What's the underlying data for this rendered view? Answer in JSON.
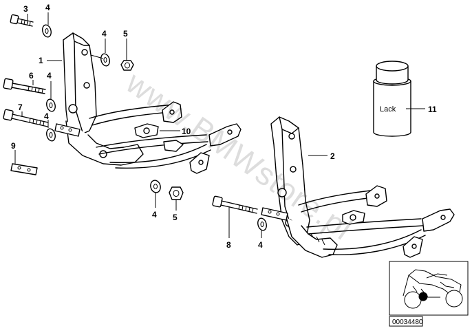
{
  "parts": [
    {
      "num": "1"
    },
    {
      "num": "2"
    },
    {
      "num": "3"
    },
    {
      "num": "4"
    },
    {
      "num": "4"
    },
    {
      "num": "4"
    },
    {
      "num": "4"
    },
    {
      "num": "4"
    },
    {
      "num": "4"
    },
    {
      "num": "5"
    },
    {
      "num": "5"
    },
    {
      "num": "6"
    },
    {
      "num": "7"
    },
    {
      "num": "8"
    },
    {
      "num": "9"
    },
    {
      "num": "10"
    },
    {
      "num": "11"
    }
  ],
  "paint_can_label": "Lack",
  "watermark": "www.BMWstore.pl",
  "diagram_code": "00034480",
  "icons": {
    "motorcycle_thumbnail": "motorcycle-locator-icon",
    "location_marker": "black-dot"
  }
}
